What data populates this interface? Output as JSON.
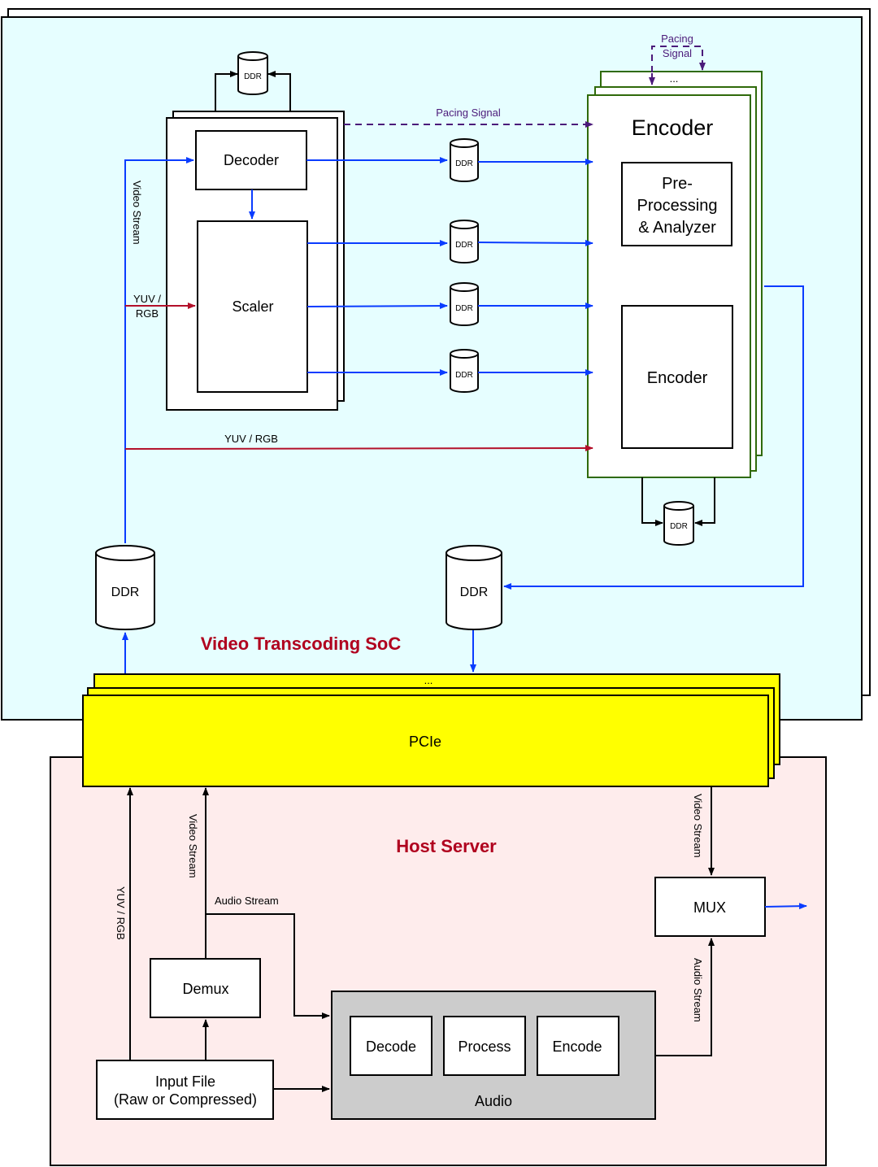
{
  "soc": {
    "title": "Video Transcoding SoC",
    "background": "#e6feff"
  },
  "host": {
    "title": "Host Server",
    "background": "#feecec"
  },
  "pcie": {
    "label": "PCIe",
    "ellipsis": "...",
    "color": "#ffff00"
  },
  "decoder_block": {
    "decoder_label": "Decoder",
    "scaler_label": "Scaler",
    "ddr_label": "DDR"
  },
  "encoder_block": {
    "title": "Encoder",
    "preprocessing_label": [
      "Pre-",
      "Processing",
      "& Analyzer"
    ],
    "encoder_label": "Encoder",
    "ellipsis": "...",
    "ddr_label": "DDR",
    "border_color": "#2f6a0a"
  },
  "ddr_buffers": [
    "DDR",
    "DDR",
    "DDR",
    "DDR"
  ],
  "soc_ddr_in": "DDR",
  "soc_ddr_out": "DDR",
  "edge_labels": {
    "pacing_signal": "Pacing Signal",
    "pacing_signal_top": [
      "Pacing",
      "Signal"
    ],
    "video_stream_soc": "Video Stream",
    "yuv_rgb_scaler": [
      "YUV /",
      "RGB"
    ],
    "yuv_rgb_bypass": "YUV / RGB",
    "host_yuv_rgb": "YUV / RGB",
    "host_video_stream": "Video Stream",
    "host_audio_stream": "Audio Stream",
    "mux_video_stream": "Video Stream",
    "mux_audio_stream": "Audio Stream"
  },
  "host_blocks": {
    "demux": "Demux",
    "mux": "MUX",
    "input_file": [
      "Input File",
      "(Raw or Compressed)"
    ],
    "audio_group_label": "Audio",
    "audio_stages": [
      "Decode",
      "Process",
      "Encode"
    ]
  },
  "colors": {
    "video_line": "#0a3cff",
    "raw_line": "#b3102a",
    "pacing_line": "#4b1a7a",
    "control_line": "#000000",
    "audio_group": "#cccccc"
  }
}
